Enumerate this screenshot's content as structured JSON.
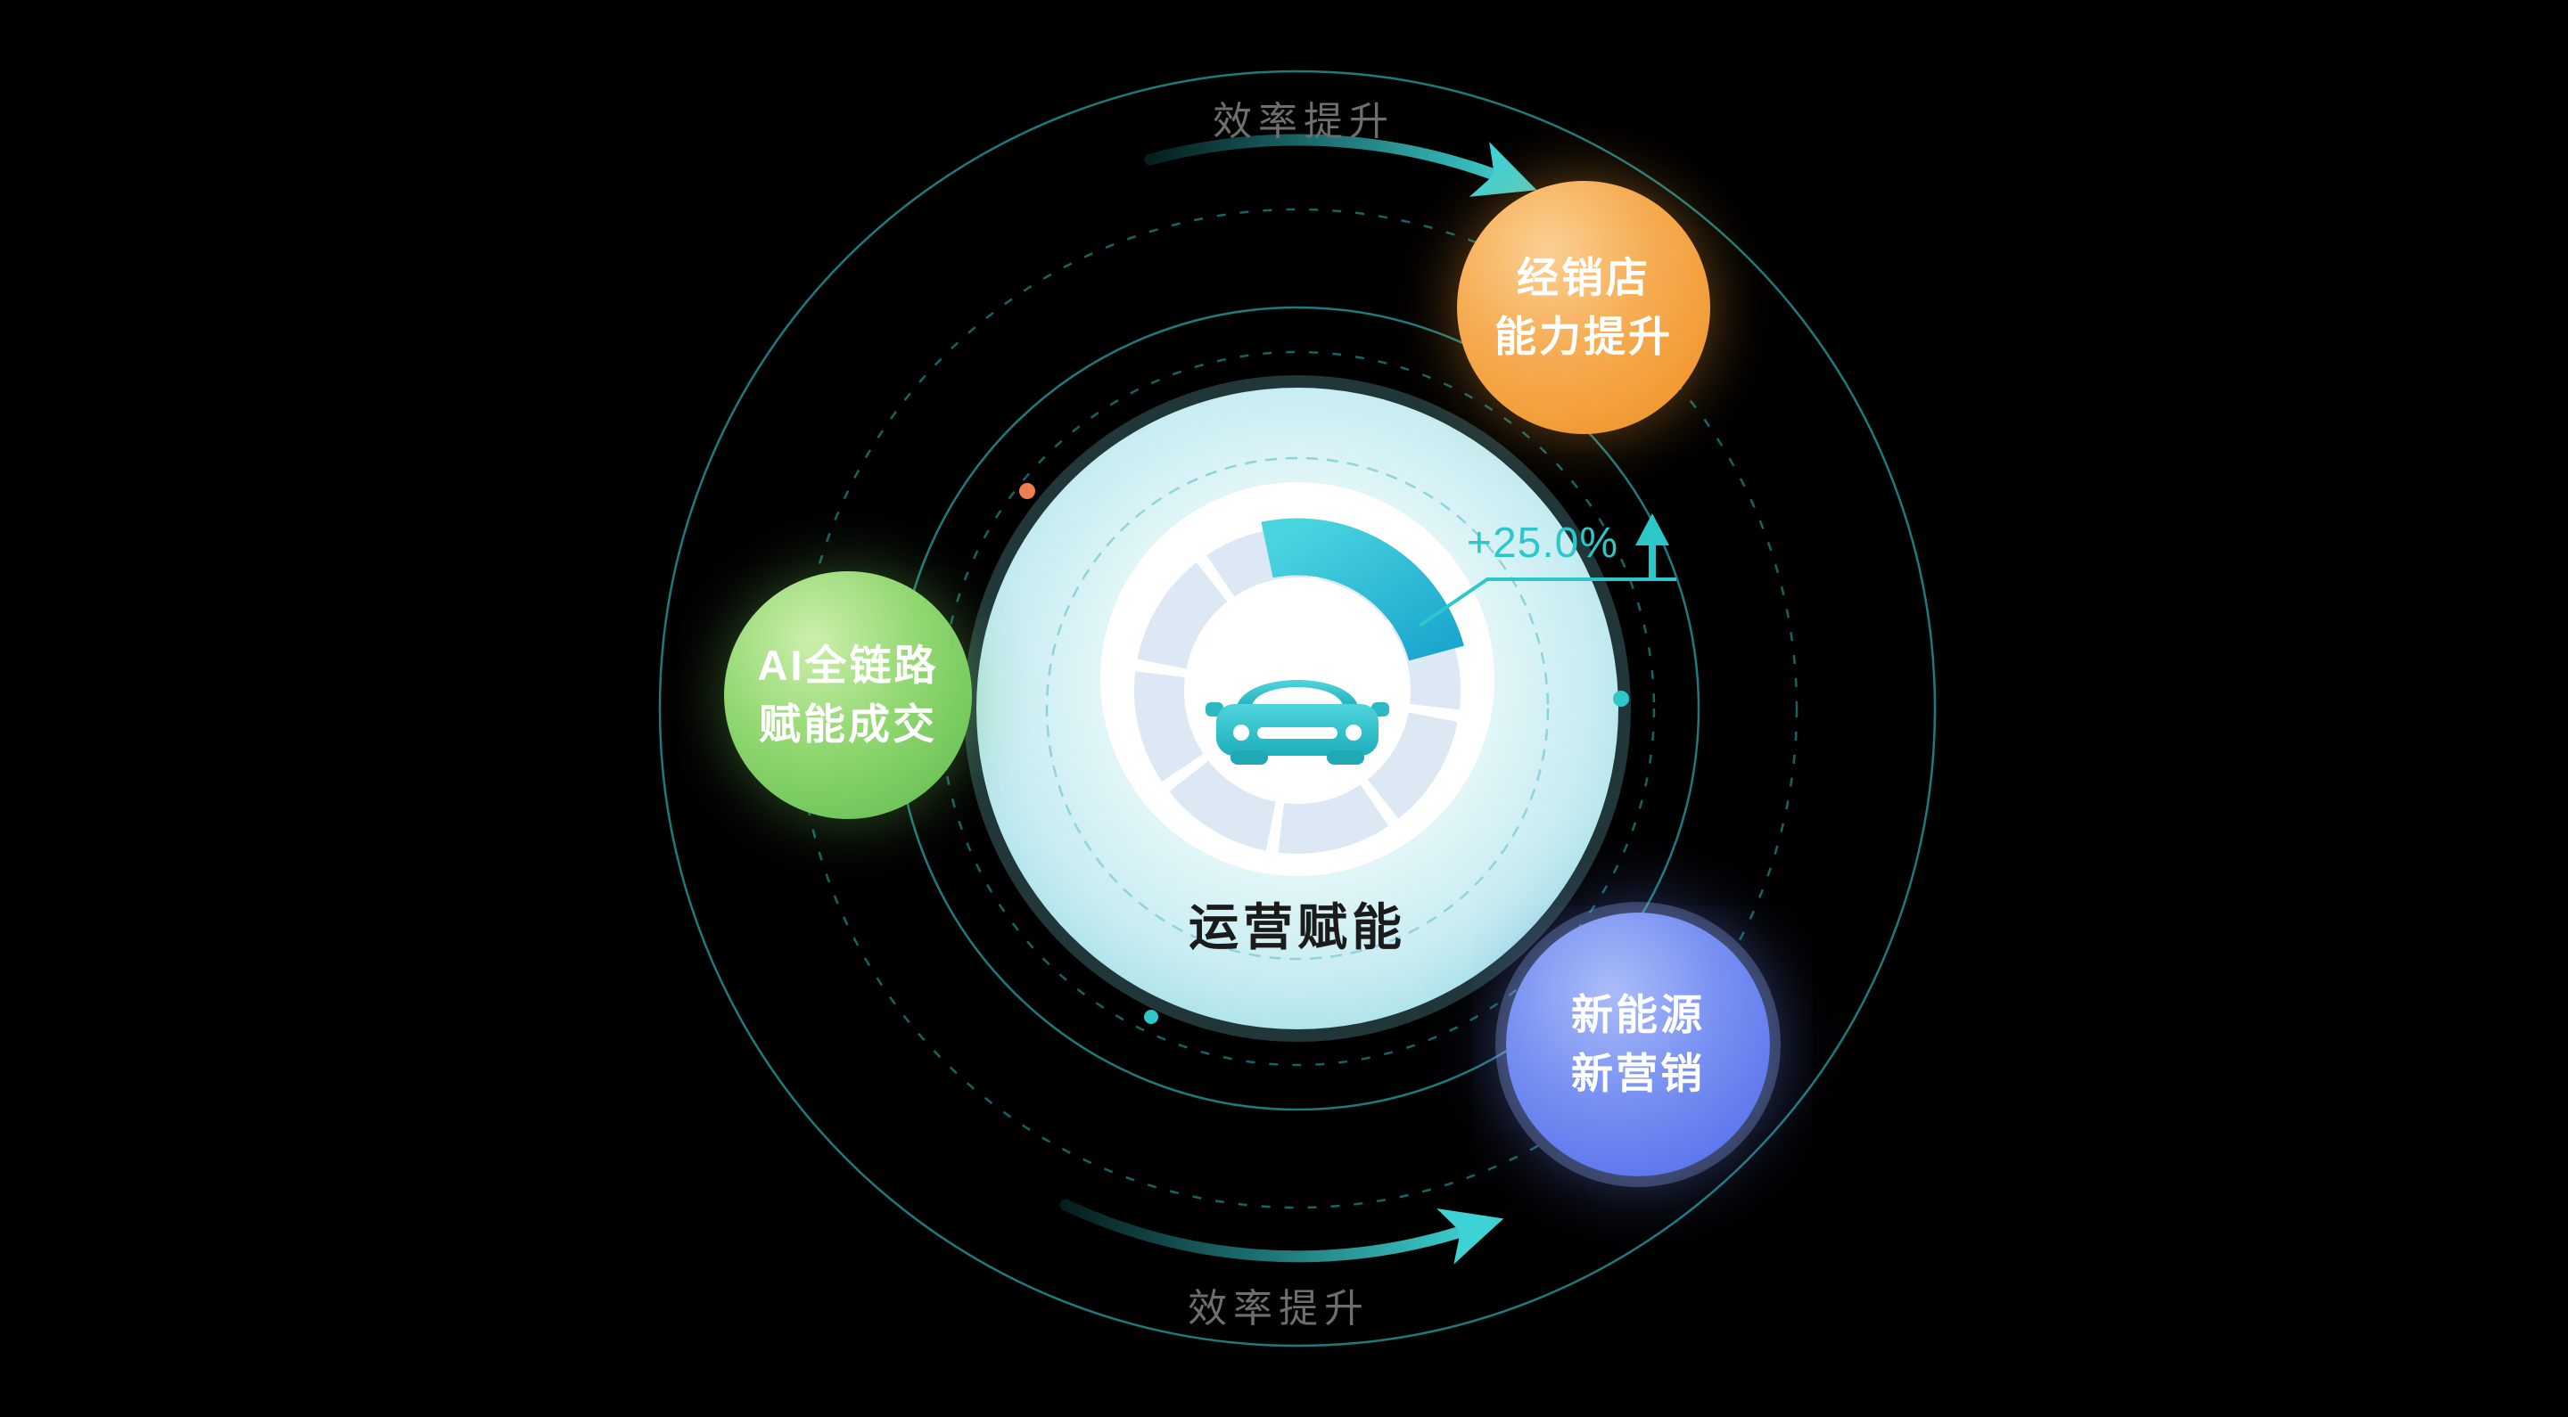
{
  "diagram": {
    "center": {
      "label": "运营赋能",
      "metric": "+25.0%"
    },
    "orbit_labels": {
      "top": "效率提升",
      "bottom": "效率提升"
    },
    "nodes": {
      "dealer": {
        "line1": "经销店",
        "line2": "能力提升"
      },
      "ai_chain": {
        "line1": "AI全链路",
        "line2": "赋能成交"
      },
      "new_energy": {
        "line1": "新能源",
        "line2": "新营销"
      }
    },
    "icons": {
      "center": "car-icon",
      "gauge": "speedometer-gauge-icon",
      "flow_arrows": "curved-arrow-icon",
      "metric_arrow": "up-arrow-icon"
    },
    "colors": {
      "teal": "#2EC7C9",
      "orange": "#F29B3B",
      "green": "#7CCB66",
      "blue": "#5E7BEF",
      "metric_text": "#2EC7C9",
      "orbit_label_text": "#6E6E6E",
      "center_label_text": "#1B1B1B",
      "background": "#000000"
    }
  }
}
